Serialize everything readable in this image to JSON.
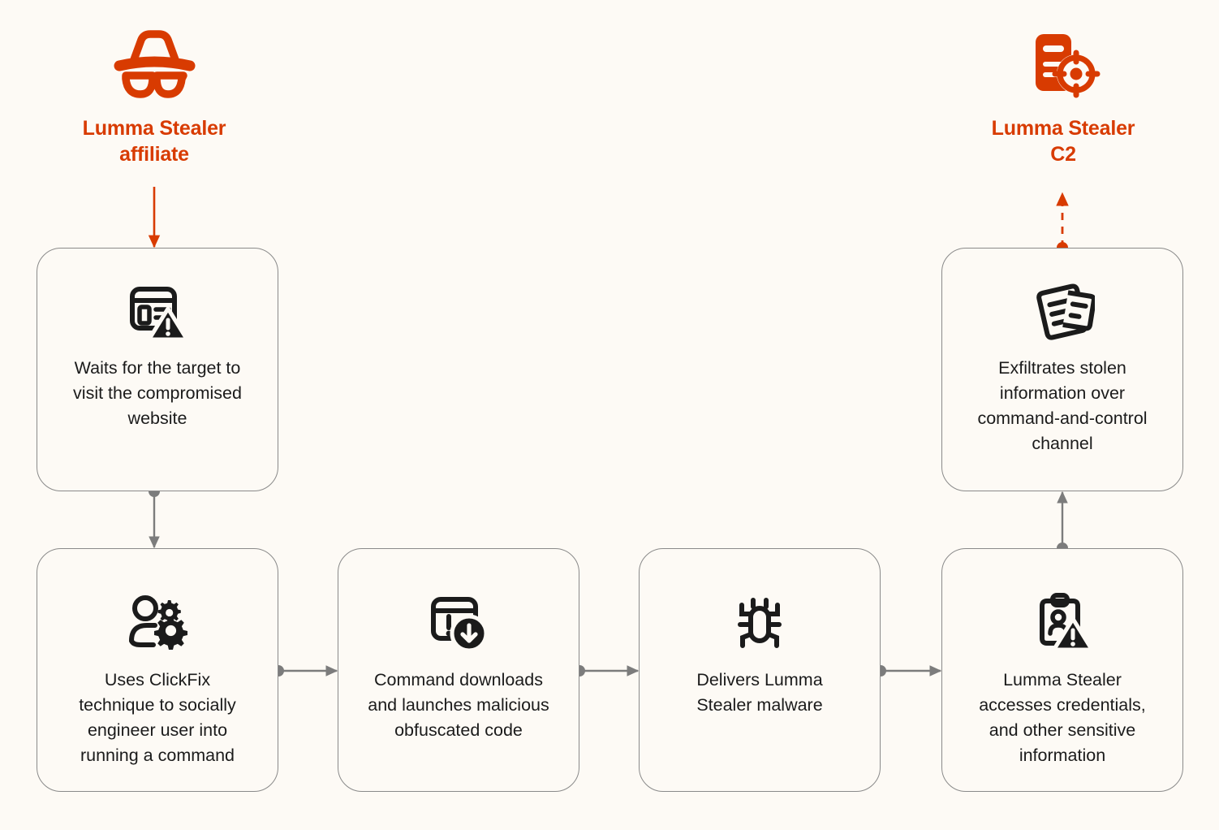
{
  "colors": {
    "background": "#fdfaf5",
    "accent_orange": "#d83b01",
    "card_border": "#8a8a8a",
    "connector_gray": "#7c7c7c",
    "icon_dark": "#1b1b1b",
    "text_dark": "#1b1b1b"
  },
  "actors": [
    {
      "id": "affiliate",
      "icon": "incognito-hat-glasses-icon",
      "label": "Lumma Stealer\naffiliate"
    },
    {
      "id": "c2",
      "icon": "server-target-icon",
      "label": "Lumma Stealer\nC2"
    }
  ],
  "steps": [
    {
      "id": "step-1",
      "icon": "browser-window-warning-icon",
      "text": "Waits for the target to\nvisit the compromised\nwebsite"
    },
    {
      "id": "step-2",
      "icon": "user-settings-gears-icon",
      "text": "Uses ClickFix\ntechnique to socially\nengineer user into\nrunning a command"
    },
    {
      "id": "step-3",
      "icon": "window-alert-download-icon",
      "text": "Command downloads\nand launches malicious\nobfuscated code"
    },
    {
      "id": "step-4",
      "icon": "bug-icon",
      "text": "Delivers Lumma\nStealer malware"
    },
    {
      "id": "step-5",
      "icon": "clipboard-person-warning-icon",
      "text": "Lumma Stealer\naccesses credentials,\nand other sensitive\ninformation"
    },
    {
      "id": "step-6",
      "icon": "documents-exfiltration-icon",
      "text": "Exfiltrates stolen\ninformation over\ncommand-and-control\nchannel"
    }
  ],
  "connectors": [
    {
      "id": "affiliate-to-step-1",
      "from": "affiliate",
      "to": "step-1",
      "style": "solid",
      "color": "#d83b01",
      "direction": "down"
    },
    {
      "id": "step-1-to-step-2",
      "from": "step-1",
      "to": "step-2",
      "style": "solid",
      "color": "#7c7c7c",
      "direction": "down"
    },
    {
      "id": "step-2-to-step-3",
      "from": "step-2",
      "to": "step-3",
      "style": "solid",
      "color": "#7c7c7c",
      "direction": "right"
    },
    {
      "id": "step-3-to-step-4",
      "from": "step-3",
      "to": "step-4",
      "style": "solid",
      "color": "#7c7c7c",
      "direction": "right"
    },
    {
      "id": "step-4-to-step-5",
      "from": "step-4",
      "to": "step-5",
      "style": "solid",
      "color": "#7c7c7c",
      "direction": "right"
    },
    {
      "id": "step-5-to-step-6",
      "from": "step-5",
      "to": "step-6",
      "style": "solid",
      "color": "#7c7c7c",
      "direction": "up"
    },
    {
      "id": "step-6-to-c2",
      "from": "step-6",
      "to": "c2",
      "style": "dashed",
      "color": "#d83b01",
      "direction": "up"
    }
  ]
}
